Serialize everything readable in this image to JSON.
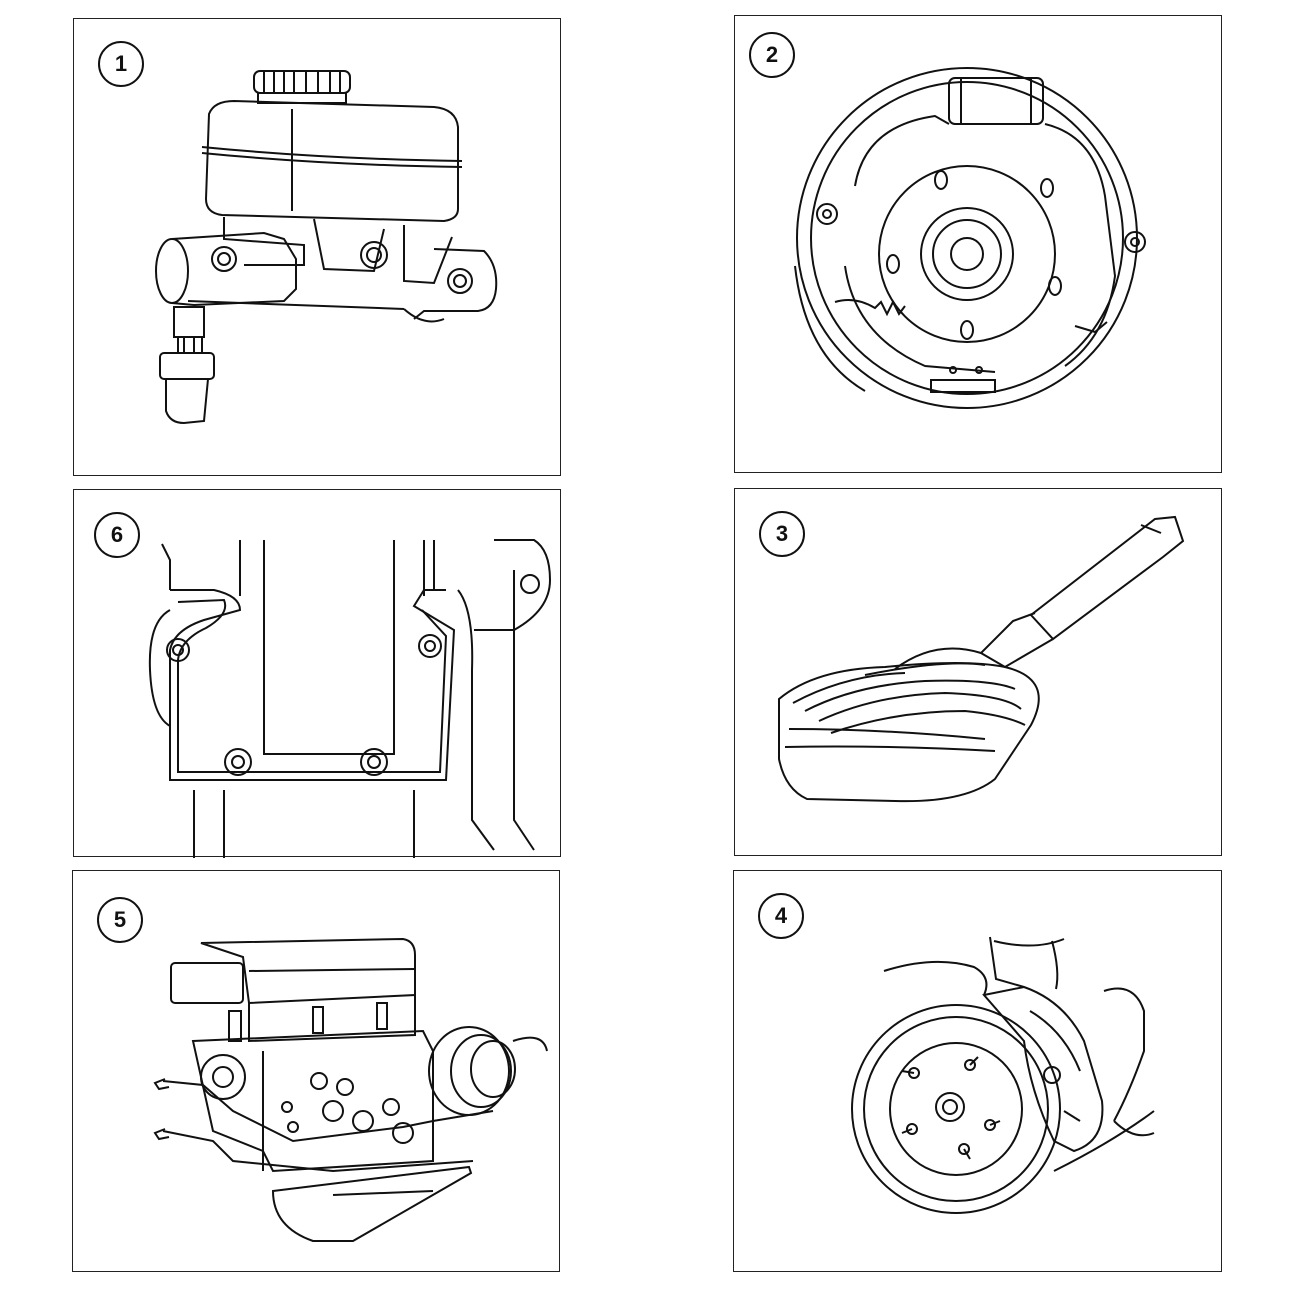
{
  "panels": [
    {
      "number": "1",
      "subject": "master-cylinder"
    },
    {
      "number": "2",
      "subject": "drum-brake-backplate"
    },
    {
      "number": "3",
      "subject": "parking-brake-lever-boot"
    },
    {
      "number": "4",
      "subject": "disc-brake-caliper"
    },
    {
      "number": "5",
      "subject": "abs-hydraulic-unit"
    },
    {
      "number": "6",
      "subject": "mounting-bracket-bolts"
    }
  ]
}
